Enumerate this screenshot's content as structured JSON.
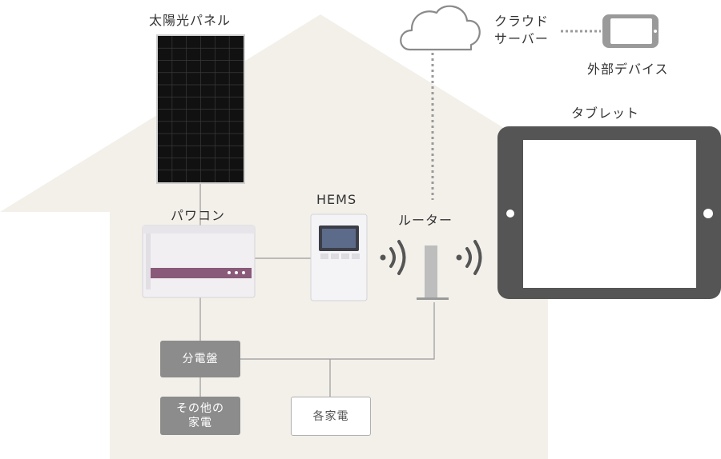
{
  "labels": {
    "solar_panel": "太陽光パネル",
    "power_conditioner": "パワコン",
    "hems": "HEMS",
    "router": "ルーター",
    "cloud_server_line1": "クラウド",
    "cloud_server_line2": "サーバー",
    "external_device": "外部デバイス",
    "tablet": "タブレット"
  },
  "boxes": {
    "distribution_board": "分電盤",
    "other_appliances_line1": "その他の",
    "other_appliances_line2": "家電",
    "each_appliance": "各家電"
  },
  "colors": {
    "house_background": "#f3f0ea",
    "connector_line": "#9a9a9a",
    "dark_box": "#8c8c8c",
    "tablet_frame": "#555555",
    "inverter_accent": "#8a5a7a"
  },
  "icons": [
    "cloud-icon",
    "phone-icon",
    "wifi-signal-icon",
    "router-icon",
    "tablet-icon",
    "solar-panel-icon",
    "power-conditioner-icon",
    "hems-monitor-icon"
  ]
}
